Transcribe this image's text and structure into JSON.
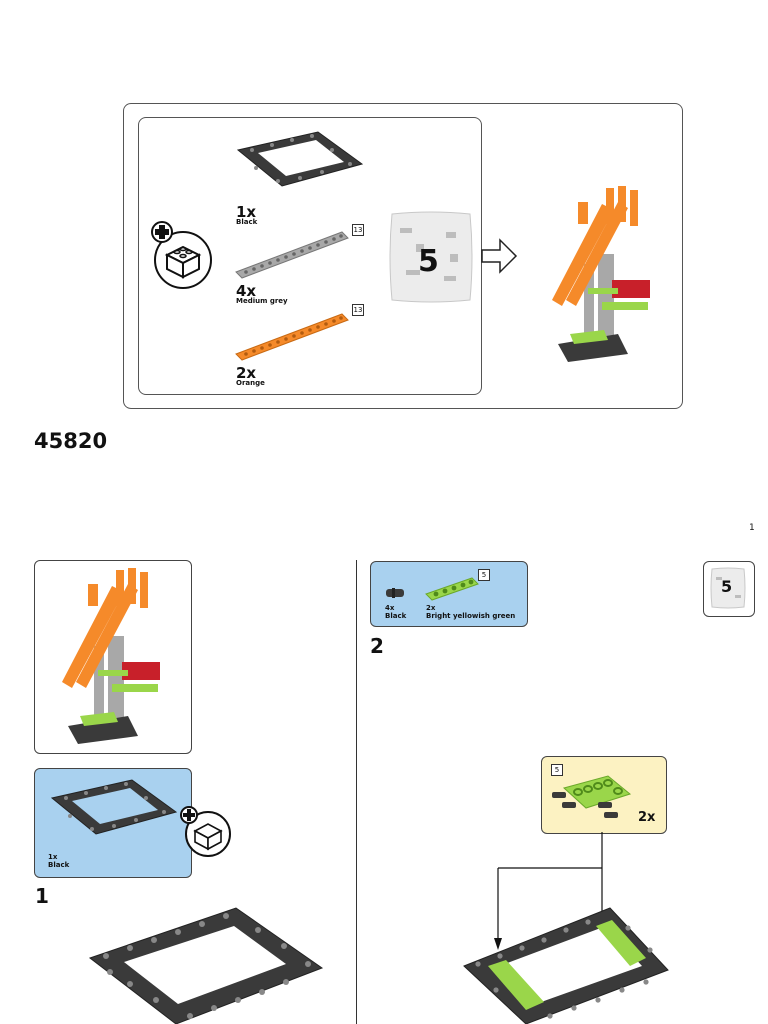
{
  "overview": {
    "parts": [
      {
        "qty": "1x",
        "color": "Black"
      },
      {
        "qty": "4x",
        "color": "Medium grey",
        "length": "13"
      },
      {
        "qty": "2x",
        "color": "Orange",
        "length": "13"
      }
    ],
    "bag_number": "5"
  },
  "set_number": "45820",
  "page_number": "1",
  "step1": {
    "number": "1",
    "parts": [
      {
        "qty": "1x",
        "color": "Black"
      }
    ]
  },
  "step2": {
    "number": "2",
    "parts": [
      {
        "qty": "4x",
        "color": "Black"
      },
      {
        "qty": "2x",
        "color": "Bright yellowish green",
        "length": "5"
      }
    ],
    "callout": {
      "length": "5",
      "qty": "2x"
    }
  },
  "bag_badge": "5",
  "colors": {
    "black_part": "#3a3a3a",
    "grey_part": "#a8a8a8",
    "orange_part": "#f58a2a",
    "green_part": "#9ad64a",
    "red_part": "#c8202a",
    "step_blue": "#a9d1ef",
    "callout_yellow": "#fcf2c2"
  }
}
